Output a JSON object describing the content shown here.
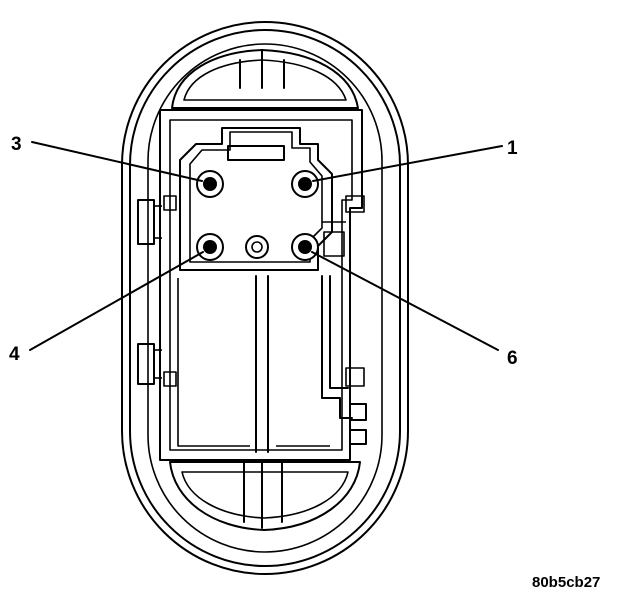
{
  "diagram": {
    "callouts": [
      {
        "id": "3",
        "label": "3"
      },
      {
        "id": "1",
        "label": "1"
      },
      {
        "id": "4",
        "label": "4"
      },
      {
        "id": "6",
        "label": "6"
      }
    ],
    "figure_code": "80b5cb27"
  }
}
